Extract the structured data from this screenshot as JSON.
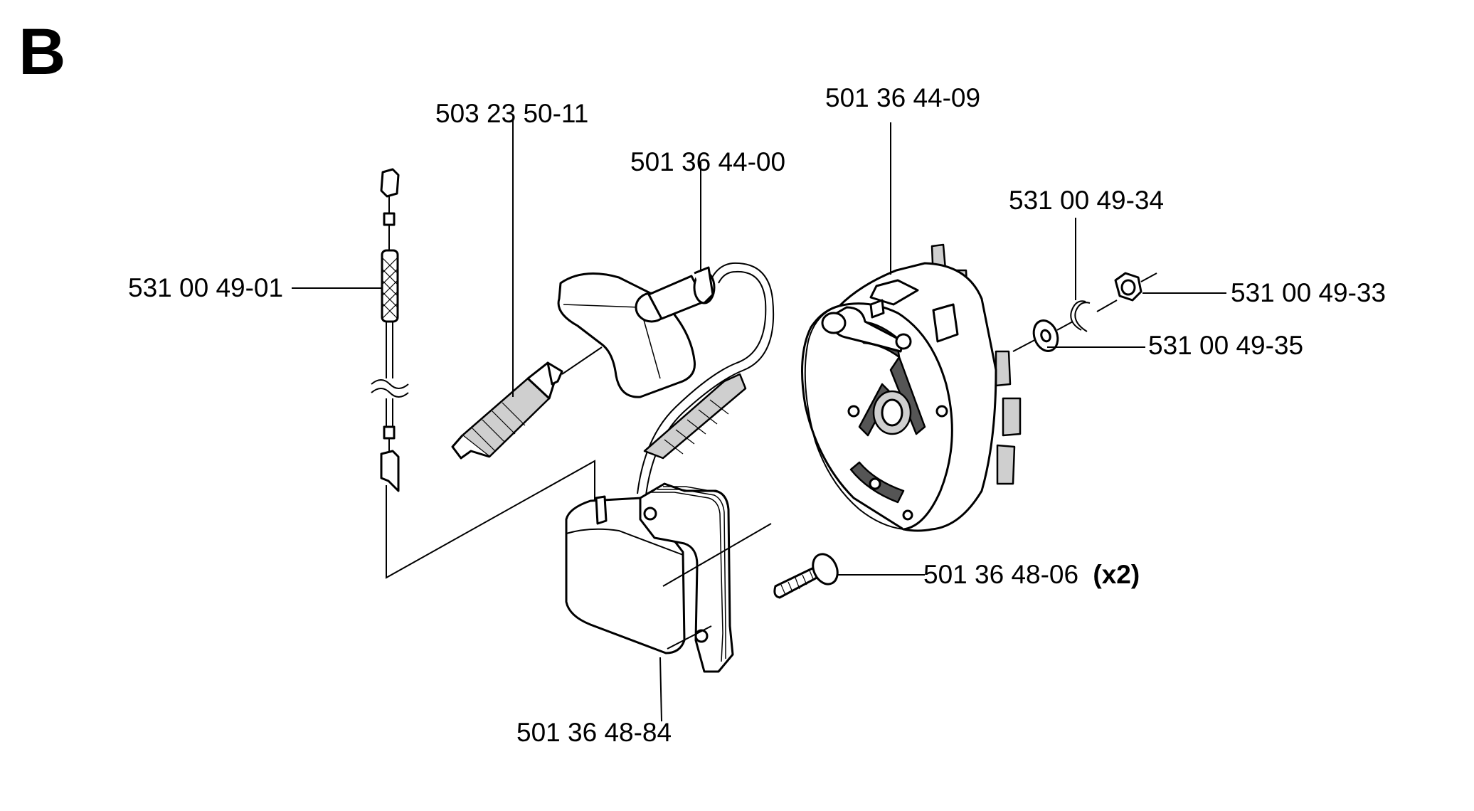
{
  "section": {
    "letter": "B"
  },
  "parts": [
    {
      "id": "ignition-lead",
      "number": "531 00 49-01"
    },
    {
      "id": "spark-plug",
      "number": "503 23 50-11"
    },
    {
      "id": "spark-plug-cap",
      "number": "501 36 44-00"
    },
    {
      "id": "flywheel",
      "number": "501 36 44-09"
    },
    {
      "id": "circlip",
      "number": "531 00 49-34"
    },
    {
      "id": "nut",
      "number": "531 00 49-33"
    },
    {
      "id": "washer",
      "number": "531 00 49-35"
    },
    {
      "id": "screw",
      "number": "501 36 48-06",
      "quantity": "(x2)"
    },
    {
      "id": "ignition-module",
      "number": "501 36 48-84"
    }
  ]
}
